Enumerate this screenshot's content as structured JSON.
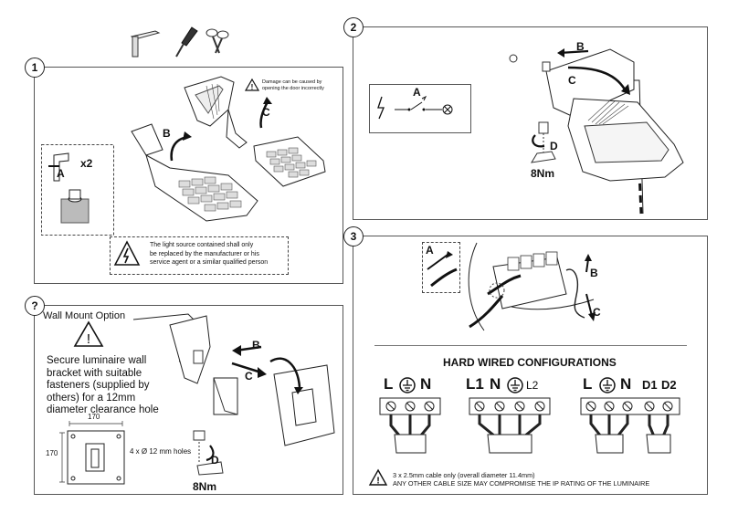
{
  "steps": {
    "s1": "1",
    "s2": "2",
    "s3": "3",
    "wall": "?"
  },
  "panel1": {
    "warning_door": "Damage can be caused by opening the door incorrectly",
    "warning_door_l1": "Damage can be caused by",
    "warning_door_l2": "opening the door incorrectly",
    "label_a": "A",
    "label_x2": "x2",
    "label_b": "B",
    "label_c": "C",
    "warning_light_l1": "The light source contained shall only",
    "warning_light_l2": "be replaced by the manufacturer or his",
    "warning_light_l3": "service agent or a similar qualified person"
  },
  "panel2": {
    "label_a": "A",
    "label_b": "B",
    "label_c": "C",
    "label_d": "D",
    "torque": "8Nm"
  },
  "wallmount": {
    "title": "Wall Mount Option",
    "text_l1": "Secure luminaire wall",
    "text_l2": "bracket with suitable",
    "text_l3": "fasteners (supplied by",
    "text_l4": "others) for a 12mm",
    "text_l5": "diameter clearance hole",
    "dim_w": "170",
    "dim_h": "170",
    "holes": "4 x  Ø 12 mm holes",
    "label_b": "B",
    "label_c": "C",
    "label_d": "D",
    "torque": "8Nm"
  },
  "panel3": {
    "label_a": "A",
    "label_b": "B",
    "label_c": "C",
    "heading": "HARD WIRED CONFIGURATIONS",
    "cfg1": {
      "l": "L",
      "n": "N"
    },
    "cfg2": {
      "l1": "L1",
      "n": "N",
      "l2": "L2"
    },
    "cfg3": {
      "l": "L",
      "n": "N",
      "d1": "D1",
      "d2": "D2"
    },
    "note_l1": "3 x 2.5mm cable only (overall diameter 11.4mm)",
    "note_l2": "ANY OTHER CABLE SIZE MAY COMPROMISE THE IP RATING OF THE LUMINAIRE"
  },
  "icons": [
    "allen-key-icon",
    "screwdriver-icon",
    "wire-cutter-icon",
    "warning-triangle-icon",
    "earth-symbol-icon"
  ]
}
